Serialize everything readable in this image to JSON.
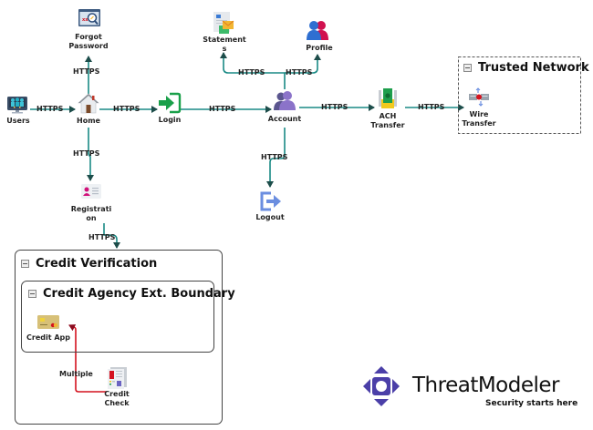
{
  "diagram": {
    "colors": {
      "flow": "#1a8a85",
      "flow_alt": "#c8102e",
      "text": "#222222",
      "logo_purple": "#4b3fa8"
    },
    "nodes": {
      "users": {
        "label": "Users",
        "icon": "users-monitor-icon"
      },
      "home": {
        "label": "Home",
        "icon": "house-icon"
      },
      "forgot_password": {
        "label": "Forgot Password",
        "line1": "Forgot",
        "line2": "Password",
        "icon": "forgot-password-icon"
      },
      "login": {
        "label": "Login",
        "icon": "login-icon"
      },
      "registration": {
        "label": "Registration",
        "line1": "Registrati",
        "line2": "on",
        "icon": "registration-card-icon"
      },
      "account": {
        "label": "Account",
        "icon": "account-users-icon"
      },
      "statements": {
        "label": "Statements",
        "line1": "Statement",
        "line2": "s",
        "icon": "statements-icon"
      },
      "profile": {
        "label": "Profile",
        "icon": "profile-icon"
      },
      "logout": {
        "label": "Logout",
        "icon": "logout-icon"
      },
      "ach_transfer": {
        "label": "ACH Transfer",
        "line1": "ACH",
        "line2": "Transfer",
        "icon": "ach-transfer-icon"
      },
      "wire_transfer": {
        "label": "Wire Transfer",
        "line1": "Wire",
        "line2": "Transfer",
        "icon": "wire-transfer-icon"
      },
      "credit_app": {
        "label": "Credit App",
        "icon": "credit-card-icon"
      },
      "credit_check": {
        "label": "Credit Check",
        "line1": "Credit",
        "line2": "Check",
        "icon": "credit-check-report-icon"
      }
    },
    "flows": [
      {
        "from": "Users",
        "to": "Home",
        "label": "HTTPS"
      },
      {
        "from": "Home",
        "to": "Forgot Password",
        "label": "HTTPS"
      },
      {
        "from": "Home",
        "to": "Login",
        "label": "HTTPS"
      },
      {
        "from": "Home",
        "to": "Registration",
        "label": "HTTPS"
      },
      {
        "from": "Login",
        "to": "Account",
        "label": "HTTPS"
      },
      {
        "from": "Account",
        "to": "Statements",
        "label": "HTTPS"
      },
      {
        "from": "Account",
        "to": "Profile",
        "label": "HTTPS"
      },
      {
        "from": "Account",
        "to": "Logout",
        "label": "HTTPS"
      },
      {
        "from": "Account",
        "to": "ACH Transfer",
        "label": "HTTPS"
      },
      {
        "from": "ACH Transfer",
        "to": "Wire Transfer",
        "label": "HTTPS"
      },
      {
        "from": "Registration",
        "to": "Credit Verification",
        "label": "HTTPS"
      },
      {
        "from": "Credit Check",
        "to": "Credit App",
        "label": "Multiple"
      }
    ],
    "boundaries": {
      "trusted_network": {
        "title": "Trusted Network"
      },
      "credit_verification": {
        "title": "Credit Verification"
      },
      "credit_agency": {
        "title": "Credit Agency Ext. Boundary"
      }
    }
  },
  "logo": {
    "name": "ThreatModeler",
    "tagline": "Security starts here"
  }
}
